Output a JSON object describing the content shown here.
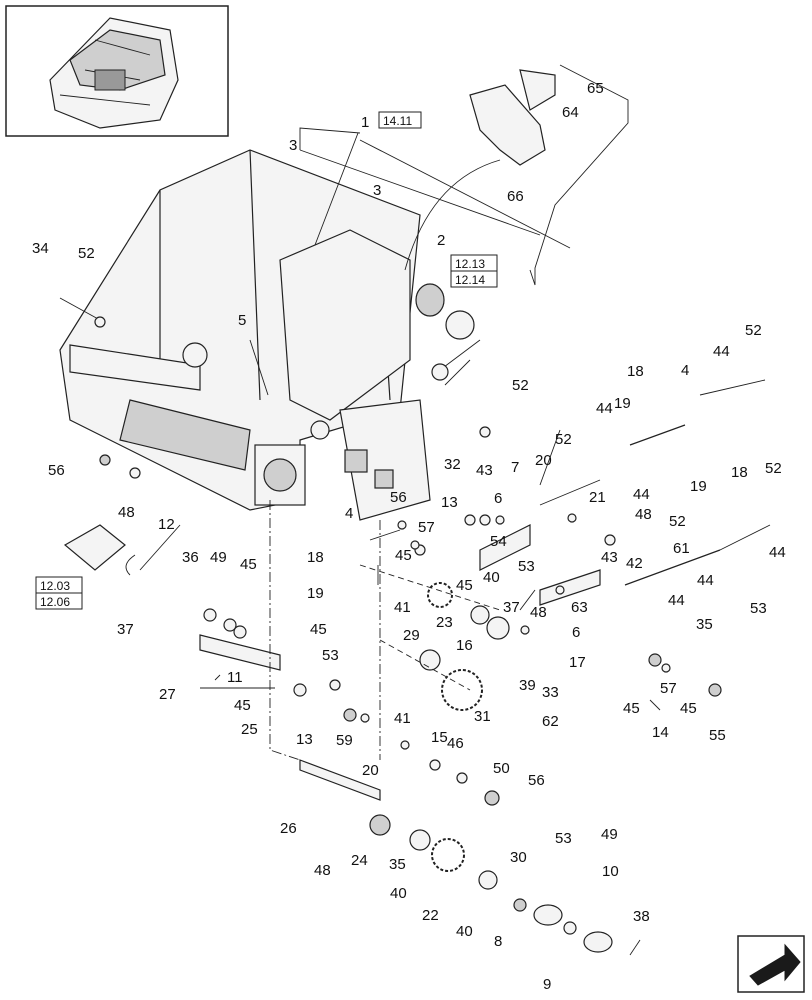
{
  "diagram": {
    "callouts": [
      "1",
      "2",
      "3",
      "3",
      "4",
      "4",
      "5",
      "6",
      "6",
      "7",
      "8",
      "9",
      "10",
      "11",
      "12",
      "13",
      "13",
      "14",
      "15",
      "16",
      "17",
      "18",
      "18",
      "18",
      "19",
      "19",
      "19",
      "20",
      "20",
      "21",
      "22",
      "23",
      "24",
      "25",
      "26",
      "27",
      "29",
      "30",
      "31",
      "32",
      "33",
      "34",
      "35",
      "35",
      "36",
      "37",
      "37",
      "38",
      "39",
      "40",
      "40",
      "40",
      "41",
      "41",
      "42",
      "43",
      "43",
      "44",
      "44",
      "44",
      "44",
      "44",
      "44",
      "45",
      "45",
      "45",
      "45",
      "45",
      "45",
      "45",
      "46",
      "48",
      "48",
      "48",
      "48",
      "49",
      "49",
      "50",
      "52",
      "52",
      "52",
      "52",
      "52",
      "52",
      "53",
      "53",
      "53",
      "53",
      "54",
      "55",
      "56",
      "56",
      "56",
      "57",
      "57",
      "59",
      "61",
      "62",
      "63",
      "64",
      "65",
      "66"
    ],
    "references": [
      "14.11",
      "12.13",
      "12.14",
      "12.03",
      "12.06"
    ]
  }
}
